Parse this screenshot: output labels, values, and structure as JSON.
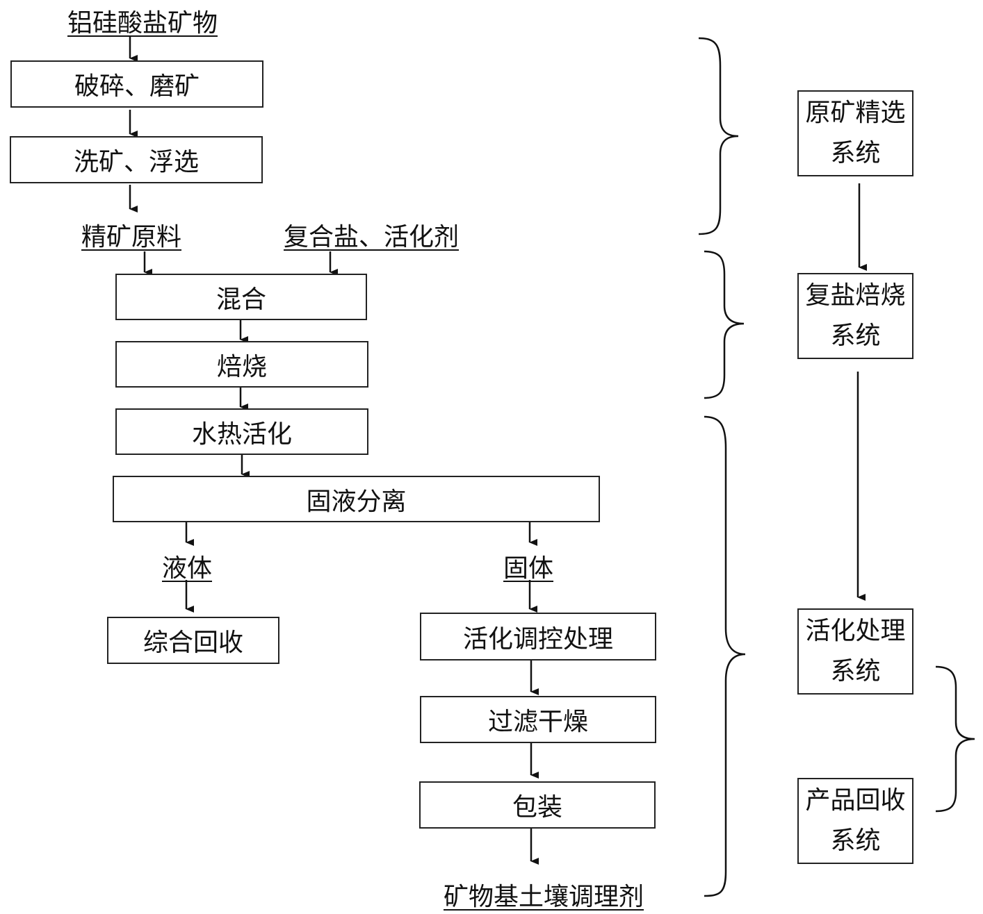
{
  "inputs": {
    "raw_mineral": "铝硅酸盐矿物",
    "concentrate": "精矿原料",
    "additives": "复合盐、活化剂"
  },
  "steps": {
    "crush": "破碎、磨矿",
    "wash": "洗矿、浮选",
    "mix": "混合",
    "roast": "焙烧",
    "hydro": "水热活化",
    "separate": "固液分离",
    "recover": "综合回收",
    "activate": "活化调控处理",
    "filter": "过滤干燥",
    "pack": "包装"
  },
  "outputs": {
    "liquid": "液体",
    "solid": "固体",
    "product": "矿物基土壤调理剂"
  },
  "systems": [
    {
      "line1": "原矿精选",
      "line2": "系统"
    },
    {
      "line1": "复盐焙烧",
      "line2": "系统"
    },
    {
      "line1": "活化处理",
      "line2": "系统"
    },
    {
      "line1": "产品回收",
      "line2": "系统"
    }
  ]
}
